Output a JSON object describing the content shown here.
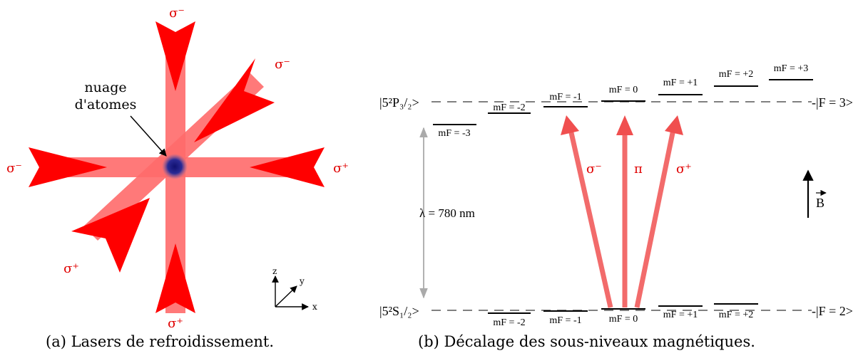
{
  "panel_a": {
    "cloud_label_line1": "nuage",
    "cloud_label_line2": "d'atomes",
    "beam_labels": {
      "top": "σ⁻",
      "left": "σ⁻",
      "right": "σ⁺",
      "upper_right": "σ⁻",
      "lower_left": "σ⁺",
      "bottom": "σ⁺"
    },
    "axes": {
      "x": "x",
      "y": "y",
      "z": "z"
    },
    "caption": "(a) Lasers de refroidissement."
  },
  "panel_b": {
    "excited_state_label": "|5²P₃/₂>",
    "ground_state_label": "|5²S₁/₂>",
    "excited_F_label": "-|F = 3>",
    "ground_F_label": "-|F = 2>",
    "excited_sublevels": [
      "mF = -3",
      "mF = -2",
      "mF = -1",
      "mF = 0",
      "mF = +1",
      "mF = +2",
      "mF = +3"
    ],
    "ground_sublevels": [
      "mF = -2",
      "mF = -1",
      "mF = 0",
      "mF = +1",
      "mF = +2"
    ],
    "wavelength_label": "λ = 780 nm",
    "transitions": [
      "σ⁻",
      "π",
      "σ⁺"
    ],
    "field_label": "B",
    "caption": "(b) Décalage des sous-niveaux magnétiques."
  },
  "colors": {
    "laser": "#ff0000",
    "beam": "#ff6a6a",
    "atom_cloud": "#1a1a80",
    "wavelength_arrow": "#aaaaaa"
  }
}
